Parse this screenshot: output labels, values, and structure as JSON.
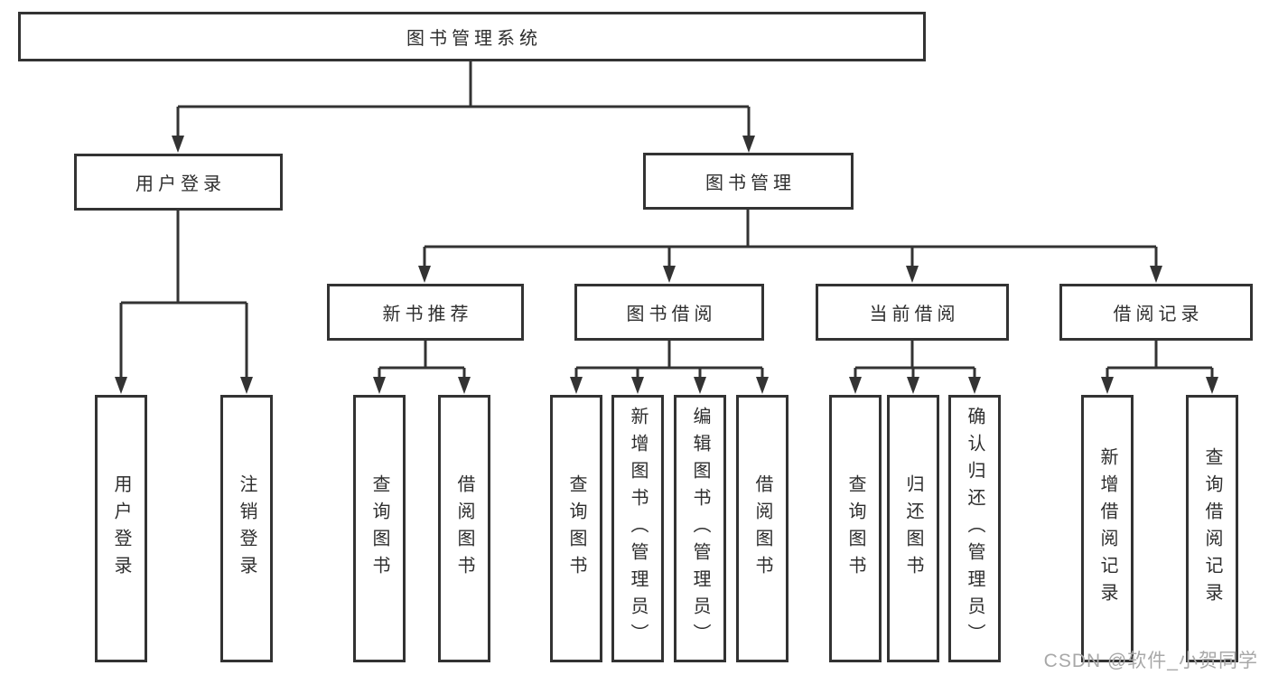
{
  "diagram": {
    "type": "hierarchy-diagram",
    "nodes": {
      "root": "图书管理系统",
      "user_login": "用户登录",
      "book_management": "图书管理",
      "new_book_recommend": "新书推荐",
      "book_borrow": "图书借阅",
      "current_borrow": "当前借阅",
      "borrow_record": "借阅记录",
      "leaf_user_login": "用户登录",
      "leaf_logout": "注销登录",
      "leaf_query_book_recommend": "查询图书",
      "leaf_borrow_book_recommend": "借阅图书",
      "leaf_query_book_borrow": "查询图书",
      "leaf_add_book_admin": "新增图书（管理员）",
      "leaf_edit_book_admin": "编辑图书（管理员）",
      "leaf_borrow_book_borrow": "借阅图书",
      "leaf_query_book_current": "查询图书",
      "leaf_return_book": "归还图书",
      "leaf_confirm_return_admin": "确认归还（管理员）",
      "leaf_add_borrow_record": "新增借阅记录",
      "leaf_query_borrow_record": "查询借阅记录"
    },
    "hierarchy": {
      "图书管理系统": {
        "用户登录": [
          "用户登录",
          "注销登录"
        ],
        "图书管理": {
          "新书推荐": [
            "查询图书",
            "借阅图书"
          ],
          "图书借阅": [
            "查询图书",
            "新增图书（管理员）",
            "编辑图书（管理员）",
            "借阅图书"
          ],
          "当前借阅": [
            "查询图书",
            "归还图书",
            "确认归还（管理员）"
          ],
          "借阅记录": [
            "新增借阅记录",
            "查询借阅记录"
          ]
        }
      }
    }
  },
  "watermark": "CSDN @软件_小贺同学",
  "colors": {
    "line": "#333333",
    "box_border": "#333333",
    "text": "#2e2e2e",
    "watermark": "#a8a8a8",
    "background": "#ffffff"
  }
}
